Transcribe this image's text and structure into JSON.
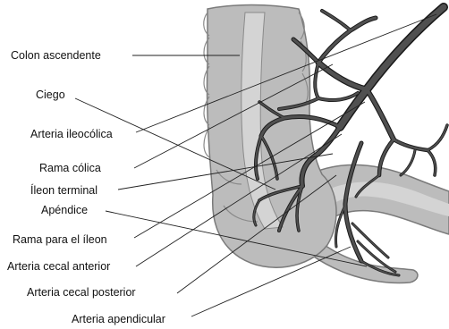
{
  "labels": {
    "colon_ascendente": "Colon ascendente",
    "ciego": "Ciego",
    "arteria_ileocolica": "Arteria ileocólica",
    "rama_colica": "Rama cólica",
    "ileon_terminal": "Íleon terminal",
    "apendice": "Apéndice",
    "rama_ileon": "Rama para el íleon",
    "arteria_cecal_anterior": "Arteria cecal anterior",
    "arteria_cecal_posterior": "Arteria cecal posterior",
    "arteria_apendicular": "Arteria apendicular"
  },
  "colors": {
    "organ_fill": "#bcbcbc",
    "organ_light": "#d4d4d4",
    "organ_outline": "#7a7a7a",
    "artery_fill": "#505050",
    "artery_outline": "#1a1a1a",
    "text": "#111111"
  }
}
